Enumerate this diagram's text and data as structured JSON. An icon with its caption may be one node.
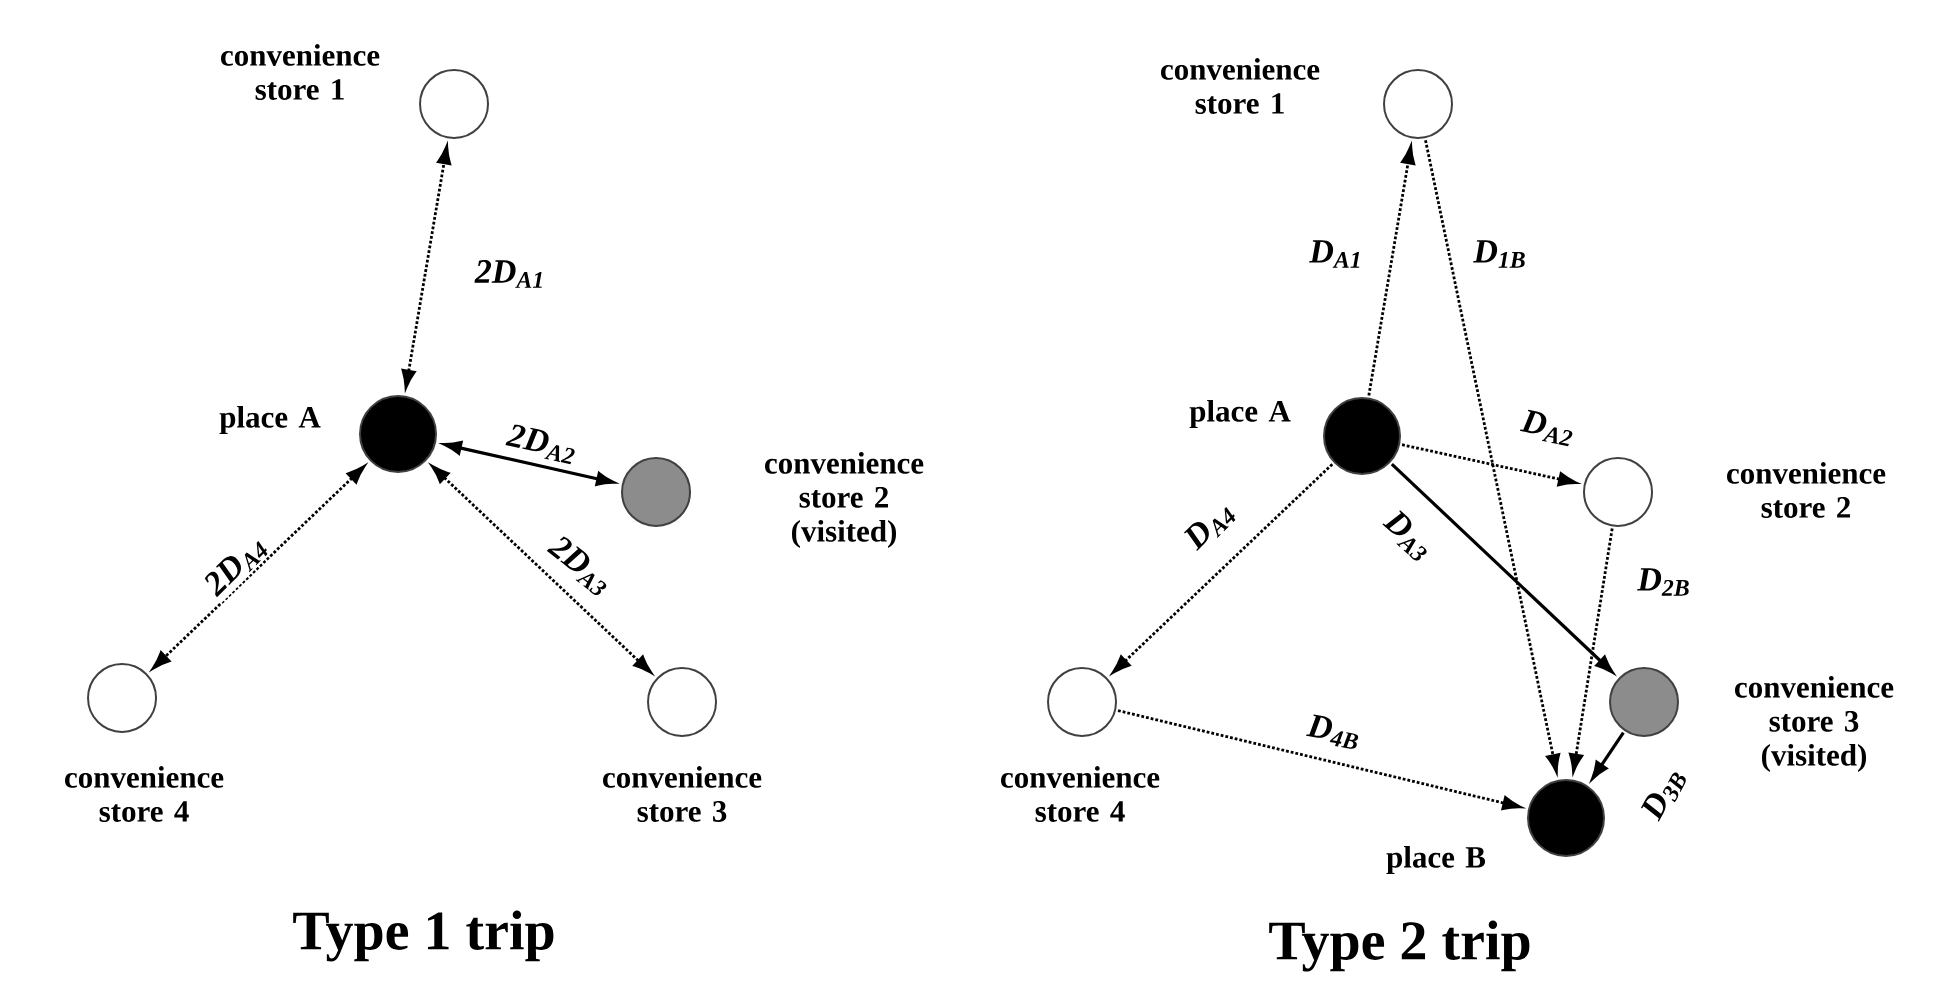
{
  "diagram": {
    "nodes": [
      {
        "text": [],
        "shape": "circle",
        "beside": [
          "place A"
        ]
      },
      {
        "text": [],
        "shape": "circle",
        "beside": [
          "convenience store 1"
        ]
      },
      {
        "text": [],
        "shape": "circle",
        "beside": [
          "convenience store 2 (visited)"
        ]
      },
      {
        "text": [],
        "shape": "circle",
        "beside": [
          "convenience store 3"
        ]
      },
      {
        "text": [],
        "shape": "circle",
        "beside": [
          "convenience store 4"
        ]
      },
      {
        "text": [],
        "shape": "circle",
        "beside": [
          "place A"
        ]
      },
      {
        "text": [],
        "shape": "circle",
        "beside": [
          "convenience store 1"
        ]
      },
      {
        "text": [],
        "shape": "circle",
        "beside": [
          "convenience store 2"
        ]
      },
      {
        "text": [],
        "shape": "circle",
        "beside": [
          "convenience store 3 (visited)"
        ]
      },
      {
        "text": [],
        "shape": "circle",
        "beside": [
          "convenience store 4"
        ]
      },
      {
        "text": [],
        "shape": "circle",
        "beside": [
          "place B"
        ]
      }
    ],
    "edges": [
      {
        "from": 0,
        "to": 1,
        "arrow": "both",
        "label": "2D$_{A1}$",
        "style": "dashed"
      },
      {
        "from": 0,
        "to": 2,
        "arrow": "both",
        "label": "2D$_{A2}$"
      },
      {
        "from": 0,
        "to": 3,
        "arrow": "both",
        "label": "2D$_{A3}$",
        "style": "dashed"
      },
      {
        "from": 0,
        "to": 4,
        "arrow": "both",
        "label": "2D$_{A4}$",
        "style": "dashed"
      },
      {
        "from": 5,
        "to": 6,
        "arrow": "to",
        "label": "D$_{A1}$",
        "style": "dashed"
      },
      {
        "from": 6,
        "to": 10,
        "arrow": "to",
        "label": "D$_{1B}$",
        "style": "dashed"
      },
      {
        "from": 5,
        "to": 7,
        "arrow": "to",
        "label": "D$_{A2}$",
        "style": "dashed"
      },
      {
        "from": 5,
        "to": 8,
        "arrow": "to",
        "label": "D$_{A3}$"
      },
      {
        "from": 5,
        "to": 9,
        "arrow": "to",
        "label": "D$_{A4}$",
        "style": "dashed"
      },
      {
        "from": 7,
        "to": 10,
        "arrow": "to",
        "label": "D$_{2B}$",
        "style": "dashed"
      },
      {
        "from": 8,
        "to": 10,
        "arrow": "to",
        "label": "D$_{3B}$"
      },
      {
        "from": 9,
        "to": 10,
        "arrow": "to",
        "label": "D$_{4B}$",
        "style": "dashed"
      }
    ],
    "labels": [
      "Type 1 trip",
      "Type 2 trip"
    ]
  }
}
